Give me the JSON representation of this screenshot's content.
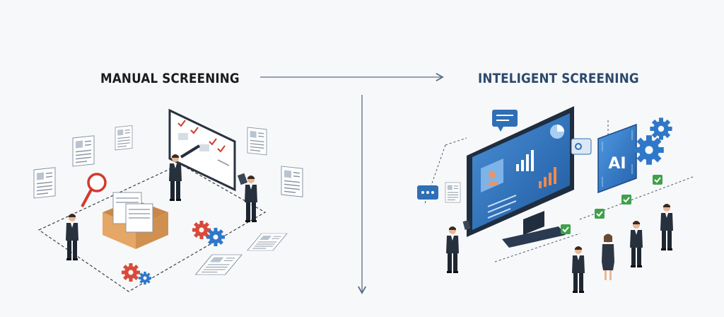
{
  "titles": {
    "manual": "MANUAL SCREENING",
    "intelligent": "INTELIGENT SCREENING"
  },
  "ai_chip_label": "AI",
  "colors": {
    "arrow": "#5a6f86",
    "screen_blue": "#2f6fb6",
    "screen_frame": "#1f2d3f",
    "accent_red": "#d23a2e",
    "check_green": "#3fa14a",
    "gear_red": "#d84a3a",
    "gear_blue": "#2f77c8",
    "box_brown": "#d99a5b",
    "suit_dark": "#27303d"
  },
  "icons": [
    "magnifier-icon",
    "gear-icon",
    "checkmark-icon",
    "chat-bubble-icon",
    "bar-chart-icon",
    "pie-chart-icon",
    "ai-chip-icon",
    "document-icon"
  ]
}
